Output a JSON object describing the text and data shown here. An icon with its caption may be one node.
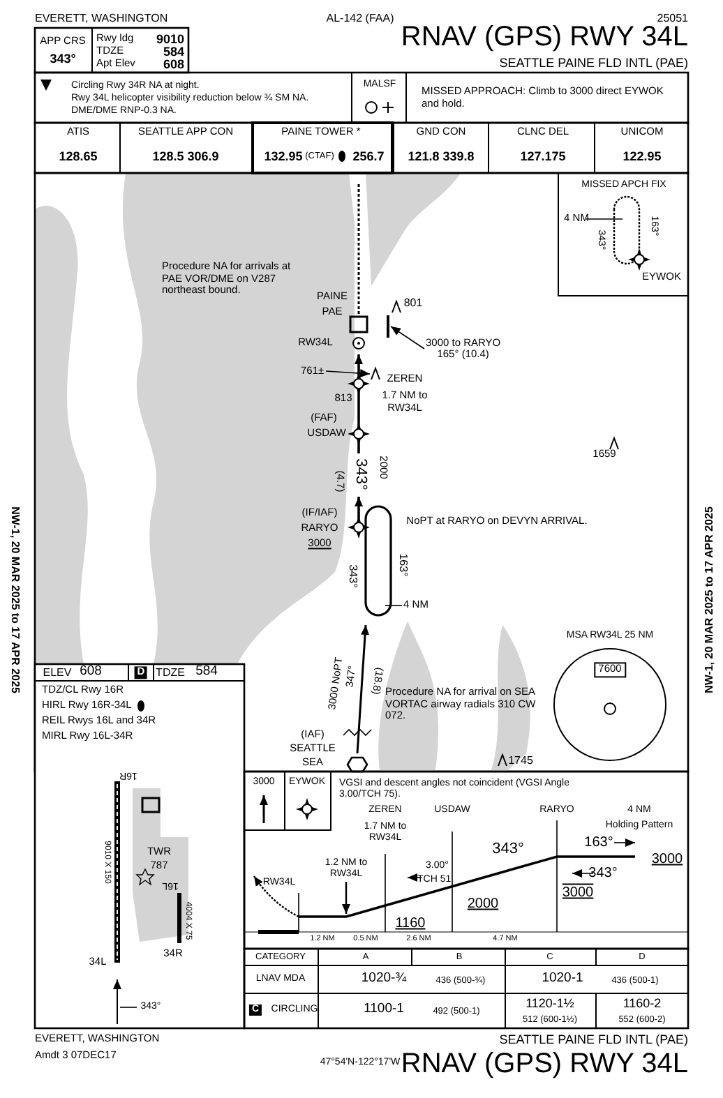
{
  "diagram": {
    "title": "RNAV (GPS) RWY 34L",
    "nodes": [
      {
        "text": [
          "3000 to RARYO",
          "165° (10.4)"
        ]
      },
      {
        "text": [
          "761±"
        ]
      },
      {
        "text": [],
        "shape": "picture"
      },
      {
        "text": [],
        "shape": "bar"
      }
    ],
    "edges": [
      {
        "from": 0,
        "to": 3,
        "arrow": "to"
      },
      {
        "from": 1,
        "to": 2,
        "arrow": "to"
      }
    ],
    "labels": [
      "EVERETT, WASHINGTON",
      "AL-142 (FAA)",
      "25051",
      "APP CRS",
      "343°",
      "Rwy ldg",
      "9010",
      "TDZE",
      "584",
      "Apt Elev",
      "608",
      "SEATTLE PAINE FLD INTL (PAE)",
      "Circling Rwy 34R NA at night.",
      "Rwy 34L helicopter visibility reduction below ¾ SM NA.",
      "DME/DME RNP-0.3 NA.",
      "MALSF",
      "MISSED APPROACH: Climb to 3000 direct EYWOK and hold.",
      "ATIS",
      "SEATTLE APP CON",
      "PAINE TOWER *",
      "GND CON",
      "CLNC DEL",
      "UNICOM",
      "128.65",
      "128.5 306.9",
      "132.95",
      "(CTAF)",
      "256.7",
      "121.8 339.8",
      "127.175",
      "122.95",
      "MISSED APCH FIX",
      "4 NM",
      "163°",
      "343°",
      "EYWOK",
      "Procedure NA for arrivals at PAE VOR/DME on V287 northeast bound.",
      "PAINE",
      "PAE",
      "801",
      "RW34L",
      "ZEREN",
      "1.7 NM to RW34L",
      "813",
      "(FAF)",
      "USDAW",
      "(4.7)",
      "343°",
      "2000",
      "1659",
      "(IF/IAF)",
      "RARYO",
      "3000",
      "NoPT at RARYO on DEVYN ARRIVAL.",
      "163°",
      "343°",
      "4 NM",
      "MSA RW34L 25 NM",
      "7600",
      "3000 NoPT",
      "347°",
      "(18.8)",
      "Procedure NA for arrival on SEA VORTAC airway radials 310 CW 072.",
      "(IAF)",
      "SEATTLE",
      "SEA",
      "1745",
      "NW-1, 20 MAR 2025 to 17 APR 2025",
      "NW-1, 20 MAR 2025 to 17 APR 2025",
      "ELEV",
      "608",
      "D",
      "TDZE",
      "584",
      "TDZ/CL Rwy 16R",
      "HIRL Rwy 16R-34L",
      "REIL Rwys 16L and 34R",
      "MIRL Rwy 16L-34R",
      "16R",
      "TWR",
      "787",
      "16L",
      "9010 X 150",
      "4004 X 75",
      "34R",
      "34L",
      "343°",
      "3000",
      "EYWOK",
      "VGSI and descent angles not coincident (VGSI Angle 3.00/TCH 75).",
      "ZEREN",
      "USDAW",
      "RARYO",
      "4 NM",
      "1.7 NM to RW34L",
      "Holding Pattern",
      "1.2 NM to RW34L",
      "RW34L",
      "3.00°",
      "TCH 51",
      "343°",
      "163°",
      "3000",
      "343°",
      "3000",
      "2000",
      "1160",
      "1.2 NM",
      "0.5 NM",
      "2.6 NM",
      "4.7 NM",
      "CATEGORY",
      "A",
      "B",
      "C",
      "D",
      "LNAV MDA",
      "1020-¾",
      "436 (500-¾)",
      "1020-1",
      "436 (500-1)",
      "CIRCLING",
      "1100-1",
      "492 (500-1)",
      "1120-1½",
      "512 (600-1½)",
      "1160-2",
      "552 (600-2)",
      "EVERETT, WASHINGTON",
      "Amdt 3 07DEC17",
      "47°54'N-122°17'W",
      "SEATTLE PAINE FLD INTL (PAE)",
      "RNAV (GPS) RWY 34L",
      "C"
    ]
  }
}
